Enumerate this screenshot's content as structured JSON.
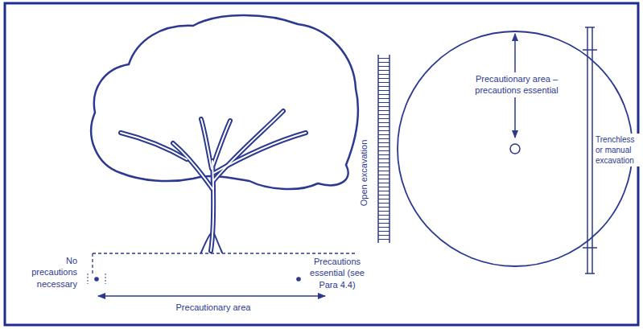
{
  "diagram": {
    "labels": [
      "No precautions necessary",
      "Precautions essential (see Para 4.4)",
      "Precautionary area",
      "Open excavation",
      "Precautionary area – precautions essential",
      "Trenchless or manual excavation"
    ]
  }
}
